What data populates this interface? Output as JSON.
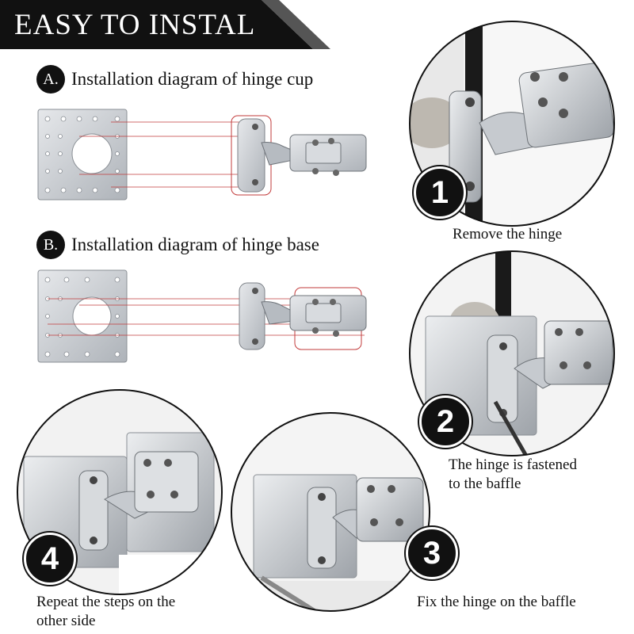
{
  "banner": {
    "title": "EASY TO INSTAL"
  },
  "sections": [
    {
      "badge": "A.",
      "title": "Installation diagram of hinge cup"
    },
    {
      "badge": "B.",
      "title": "Installation diagram of hinge base"
    }
  ],
  "steps": [
    {
      "number": "1",
      "caption_lines": [
        "Remove the hinge"
      ]
    },
    {
      "number": "2",
      "caption_lines": [
        "The hinge is fastened",
        "to the baffle"
      ]
    },
    {
      "number": "3",
      "caption_lines": [
        "Fix the hinge on the baffle"
      ]
    },
    {
      "number": "4",
      "caption_lines": [
        "Repeat the steps on the",
        "other side"
      ]
    }
  ],
  "colors": {
    "banner_bg": "#111111",
    "guide_line": "#c23b3b",
    "steel": "#c9cdd2"
  },
  "icons": [
    "hinge-plate-icon",
    "hinge-icon",
    "screwdriver-icon"
  ]
}
